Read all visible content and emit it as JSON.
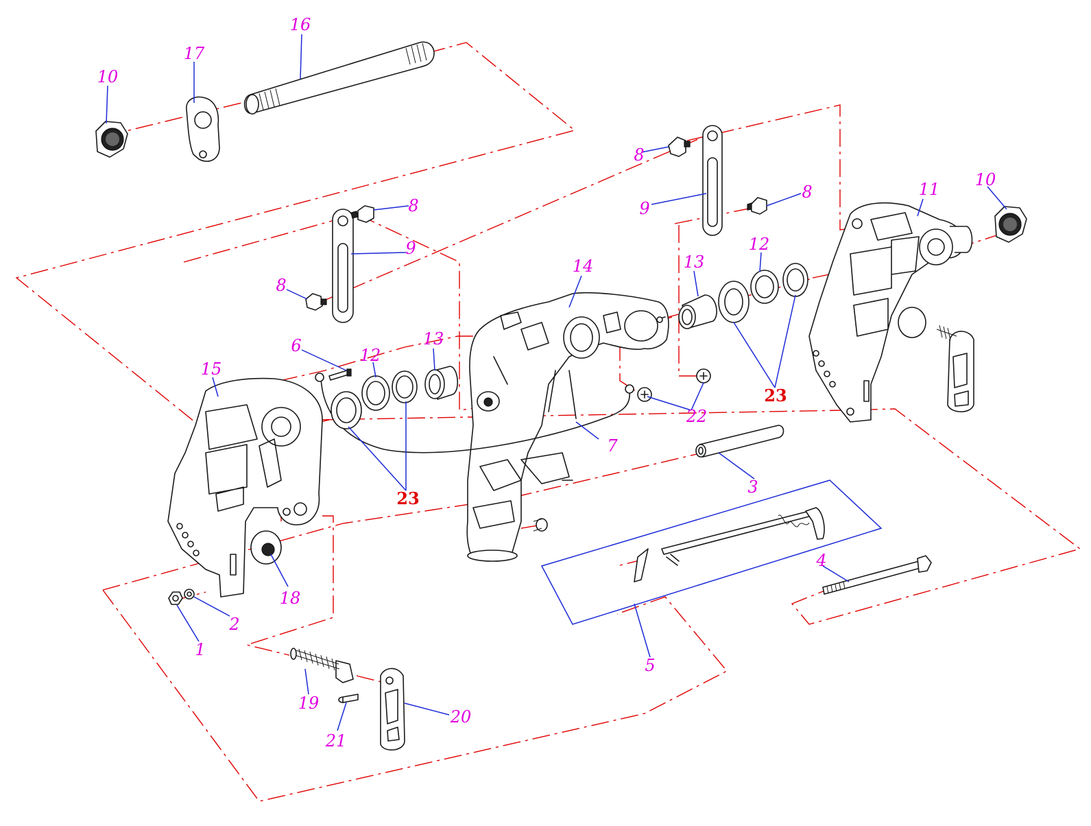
{
  "diagram": {
    "callouts": [
      {
        "id": "c1",
        "text": "1"
      },
      {
        "id": "c2",
        "text": "2"
      },
      {
        "id": "c3",
        "text": "3"
      },
      {
        "id": "c4",
        "text": "4"
      },
      {
        "id": "c5",
        "text": "5"
      },
      {
        "id": "c6",
        "text": "6"
      },
      {
        "id": "c7",
        "text": "7"
      },
      {
        "id": "c8a",
        "text": "8"
      },
      {
        "id": "c8b",
        "text": "8"
      },
      {
        "id": "c8c",
        "text": "8"
      },
      {
        "id": "c8d",
        "text": "8"
      },
      {
        "id": "c9a",
        "text": "9"
      },
      {
        "id": "c9b",
        "text": "9"
      },
      {
        "id": "c10a",
        "text": "10"
      },
      {
        "id": "c10b",
        "text": "10"
      },
      {
        "id": "c11",
        "text": "11"
      },
      {
        "id": "c12a",
        "text": "12"
      },
      {
        "id": "c12b",
        "text": "12"
      },
      {
        "id": "c13a",
        "text": "13"
      },
      {
        "id": "c13b",
        "text": "13"
      },
      {
        "id": "c14",
        "text": "14"
      },
      {
        "id": "c15",
        "text": "15"
      },
      {
        "id": "c16",
        "text": "16"
      },
      {
        "id": "c17",
        "text": "17"
      },
      {
        "id": "c18",
        "text": "18"
      },
      {
        "id": "c19",
        "text": "19"
      },
      {
        "id": "c20",
        "text": "20"
      },
      {
        "id": "c21",
        "text": "21"
      },
      {
        "id": "c22",
        "text": "22"
      },
      {
        "id": "c23a",
        "text": "23"
      },
      {
        "id": "c23b",
        "text": "23"
      }
    ],
    "colors": {
      "callout": "#e000e0",
      "callout_emphasis": "#e00000",
      "axis_line": "#e00000",
      "leader_line": "#1c2bd6",
      "outline": "#1a1a1a"
    }
  }
}
